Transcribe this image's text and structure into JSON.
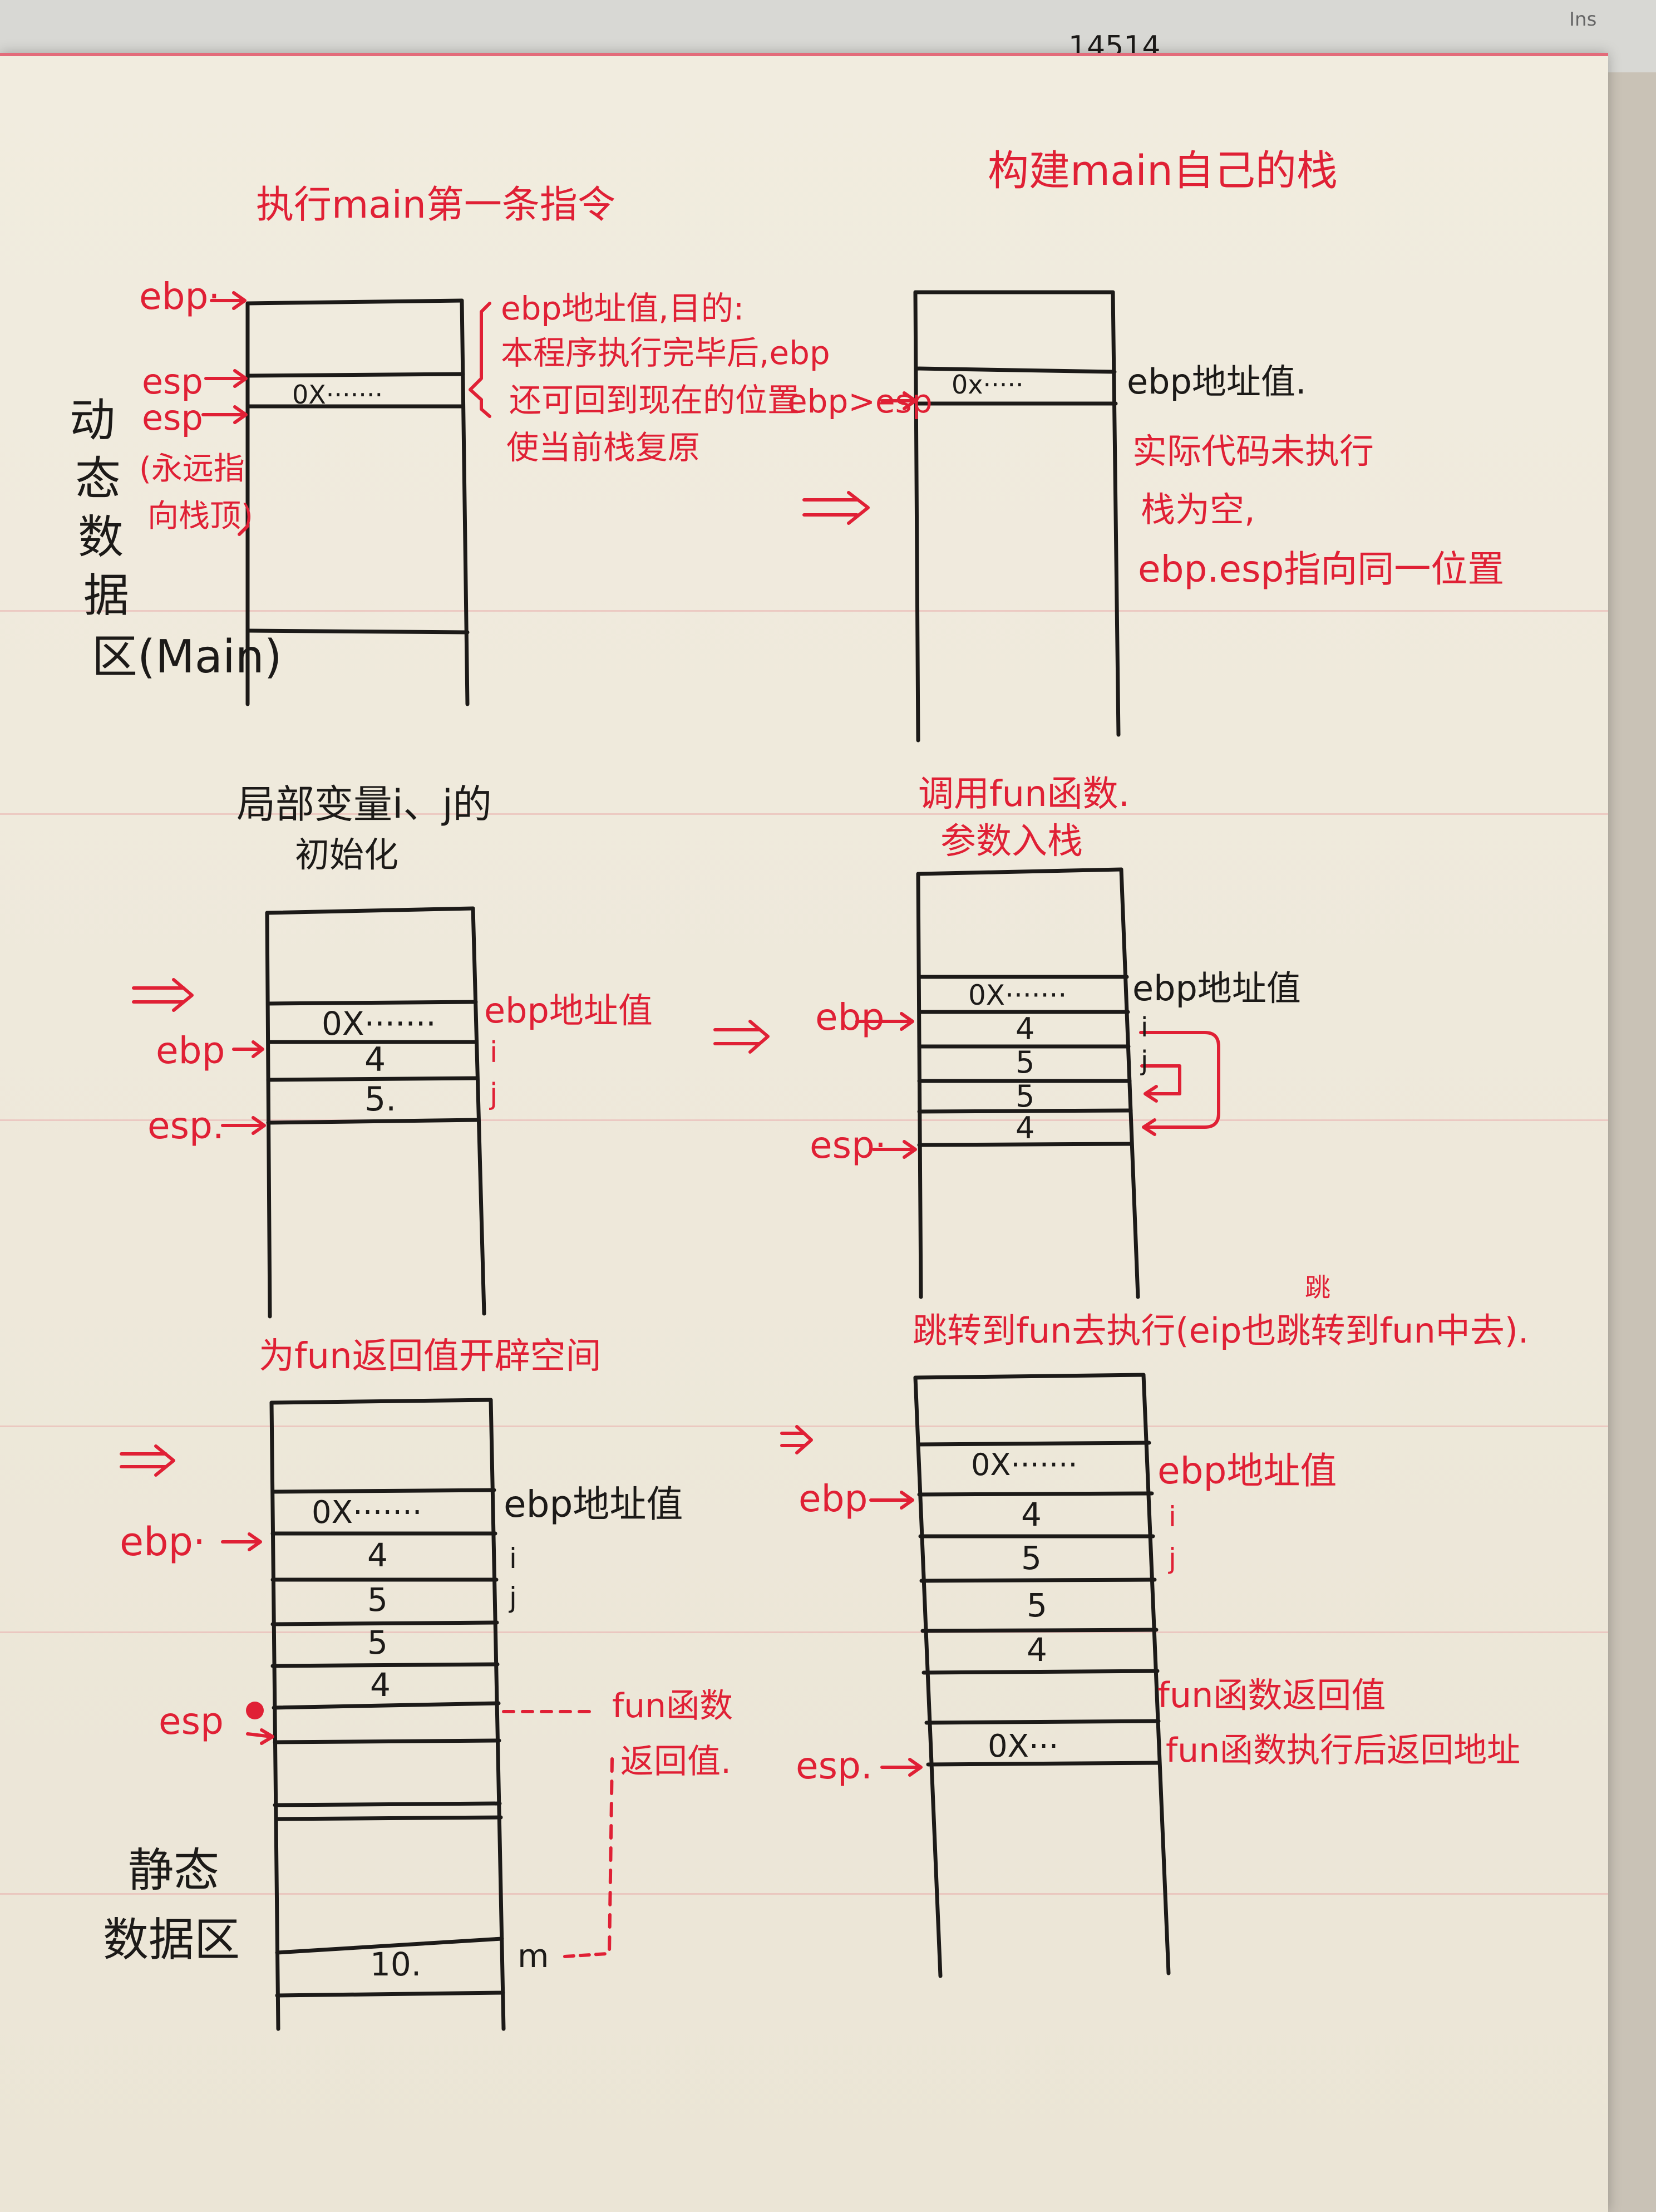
{
  "corner_text": "Ins",
  "top_scrap": "14514",
  "side_label": [
    "动",
    "态",
    "数",
    "据",
    "区(Main)"
  ],
  "static_label": [
    "静态",
    "数据区"
  ],
  "panels": {
    "p1": {
      "title": "执行main第一条指令",
      "ebp": "ebp·",
      "esp1": "esp",
      "esp2": "esp",
      "esp_note": [
        "(永远指",
        "向栈顶)"
      ],
      "cell": "0X·······",
      "note": [
        "ebp地址值,目的:",
        "本程序执行完毕后,ebp",
        "还可回到现在的位置",
        "使当前栈复原"
      ],
      "ebp_esp": "ebp>esp"
    },
    "p2": {
      "title": "构建main自己的栈",
      "cell": "0x·····",
      "label": "ebp地址值.",
      "note": [
        "实际代码未执行",
        "栈为空,",
        "ebp.esp指向同一位置"
      ]
    },
    "p3": {
      "title": [
        "局部变量i、j的",
        "初始化"
      ],
      "cells": [
        "0X·······",
        "4",
        "5."
      ],
      "ebp": "ebp",
      "esp": "esp.",
      "label": "ebp地址值",
      "i": "i",
      "j": "j"
    },
    "p4": {
      "title": [
        "调用fun函数.",
        "参数入栈"
      ],
      "cells": [
        "0X·······",
        "4",
        "5",
        "5",
        "4"
      ],
      "ebp": "ebp",
      "esp": "esp·",
      "label": "ebp地址值",
      "i": "i",
      "j": "j"
    },
    "p5": {
      "title": "为fun返回值开辟空间",
      "cells": [
        "0X·······",
        "4",
        "5",
        "5",
        "4",
        "10."
      ],
      "ebp": "ebp·",
      "esp": "esp",
      "label": "ebp地址值",
      "i": "i",
      "j": "j",
      "note": [
        "fun函数",
        "返回值."
      ],
      "m": "m"
    },
    "p6": {
      "title": "跳转到fun去执行(eip也跳转到fun中去).",
      "title_sup": "跳",
      "cells": [
        "0X·······",
        "4",
        "5",
        "5",
        "4",
        "0X···"
      ],
      "ebp": "ebp",
      "esp": "esp.",
      "label": "ebp地址值",
      "i": "i",
      "j": "j",
      "ret_label": "fun函数返回值",
      "addr_label": "fun函数执行后返回地址"
    }
  },
  "arrows": [
    "⇒.",
    "⇒.",
    "⇒",
    "⇒",
    "⇒"
  ]
}
